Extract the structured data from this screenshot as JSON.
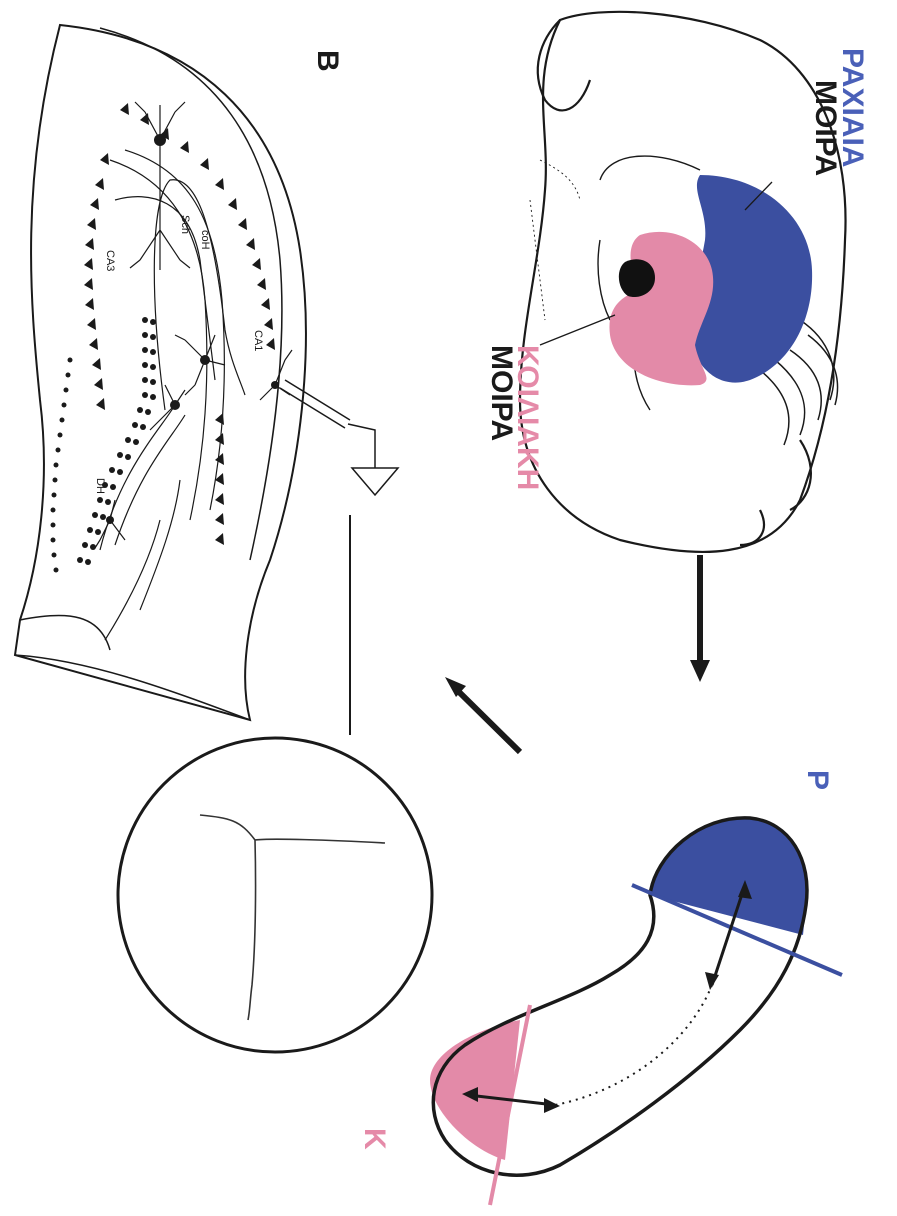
{
  "labels": {
    "dorsal_line1": "ΡΑΧΙΑΙΑ",
    "dorsal_line2": "ΜΟΙΡΑ",
    "ventral_line1": "ΚΟΙΛΙΑΚΗ",
    "ventral_line2": "ΜΟΙΡΑ",
    "panel_b": "B",
    "panel_p": "P",
    "panel_k": "K",
    "ca1": "CA1",
    "ca3": "CA3",
    "dg": "DH",
    "sch": "Sch",
    "coh": "coH"
  },
  "colors": {
    "dorsal": "#3b4fa0",
    "ventral": "#e38aa8",
    "dorsal_text": "#4a60b8",
    "ventral_text": "#e58aa8",
    "ink": "#1a1a1a"
  }
}
